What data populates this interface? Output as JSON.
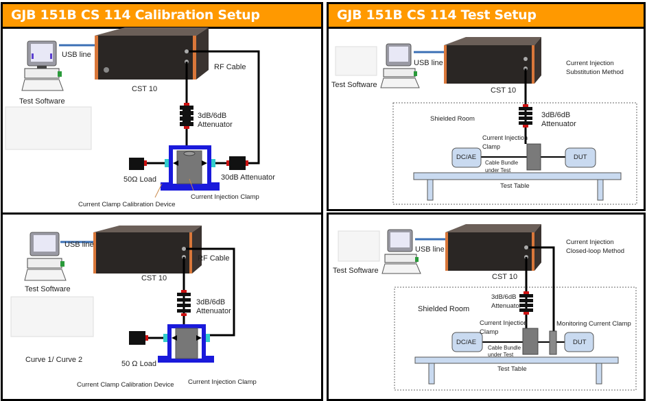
{
  "panels": {
    "cal1": {
      "title": "GJB 151B CS 114 Calibration Setup",
      "labels": {
        "usb": "USB line",
        "rf_cable": "RF Cable",
        "cst": "CST 10",
        "software": "Test Software",
        "atten1a": "3dB/6dB",
        "atten1b": "Attenuator",
        "load": "50Ω Load",
        "atten30": "30dB  Attenuator",
        "clamp": "Current Injection Clamp",
        "device": "Current Clamp Calibration Device"
      }
    },
    "test1": {
      "title": "GJB 151B CS 114 Test Setup",
      "labels": {
        "usb": "USB line",
        "software": "Test Software",
        "cst": "CST 10",
        "method_a": "Current Injection",
        "method_b": "Substitution Method",
        "room": "Shielded Room",
        "atten_a": "3dB/6dB",
        "atten_b": "Attenuator",
        "clamp_a": "Current Injection",
        "clamp_b": "Clamp",
        "dcae": "DC/AE",
        "dut": "DUT",
        "bundle_a": "Cable Bundle",
        "bundle_b": "under Test",
        "table": "Test Table"
      }
    },
    "cal2": {
      "labels": {
        "usb": "USB line",
        "rf_cable": "RF Cable",
        "cst": "CST 10",
        "software": "Test Software",
        "atten_a": "3dB/6dB",
        "atten_b": "Attenuator",
        "curve": "Curve 1/ Curve 2",
        "load": "50 Ω Load",
        "clamp": "Current Injection Clamp",
        "device": "Current Clamp Calibration Device"
      }
    },
    "test2": {
      "labels": {
        "usb": "USB line",
        "software": "Test Software",
        "cst": "CST 10",
        "method_a": "Current Injection",
        "method_b": "Closed-loop Method",
        "room": "Shielded Room",
        "atten_a": "3dB/6dB",
        "atten_b": "Attenuator",
        "clamp_a": "Current Injection",
        "clamp_b": "Clamp",
        "monitor": "Monitoring Current Clamp",
        "dcae": "DC/AE",
        "dut": "DUT",
        "bundle_a": "Cable Bundle",
        "bundle_b": "under Test",
        "table": "Test Table"
      }
    }
  },
  "colors": {
    "header": "#ff9900",
    "usb_line": "#3a6fb5",
    "fixture": "#1a1adb",
    "connector": "#33cccc",
    "attenuator_cap": "#cc1111",
    "box_fill": "#c9daf0",
    "clamp": "#7a7a7a"
  }
}
